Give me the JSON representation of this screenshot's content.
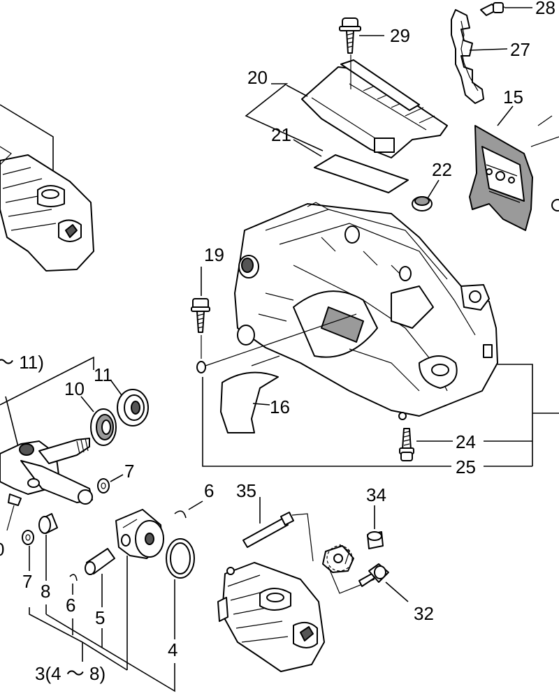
{
  "callouts": {
    "c28": "28",
    "c29": "29",
    "c27": "27",
    "c20": "20",
    "c15": "15",
    "c21": "21",
    "c22": "22",
    "c19": "19",
    "c11_group": "～ 11)",
    "c11": "11",
    "c10": "10",
    "c16": "16",
    "c24": "24",
    "c25": "25",
    "c7a": "7",
    "c6a": "6",
    "c35": "35",
    "c34": "34",
    "c0": "0",
    "c7b": "7",
    "c8": "8",
    "c6b": "6",
    "c5": "5",
    "c4": "4",
    "c32": "32",
    "c3_group": "3(4 ～ 8)"
  }
}
